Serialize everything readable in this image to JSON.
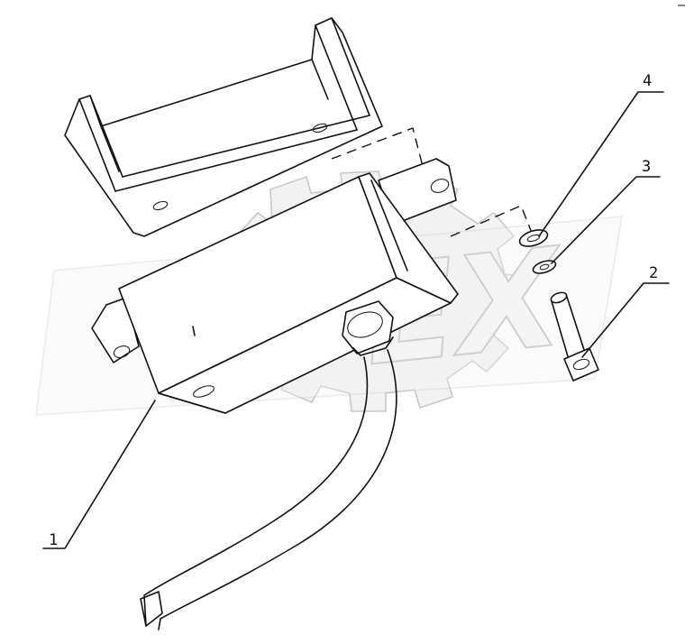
{
  "watermark": {
    "text": "OPEX"
  },
  "callouts": [
    {
      "id": "1",
      "label": "1"
    },
    {
      "id": "2",
      "label": "2"
    },
    {
      "id": "3",
      "label": "3"
    },
    {
      "id": "4",
      "label": "4"
    }
  ],
  "colors": {
    "line": "#111111",
    "watermark_fill": "#f2f2f2",
    "watermark_stroke": "#c8c8c8",
    "background": "#ffffff"
  }
}
